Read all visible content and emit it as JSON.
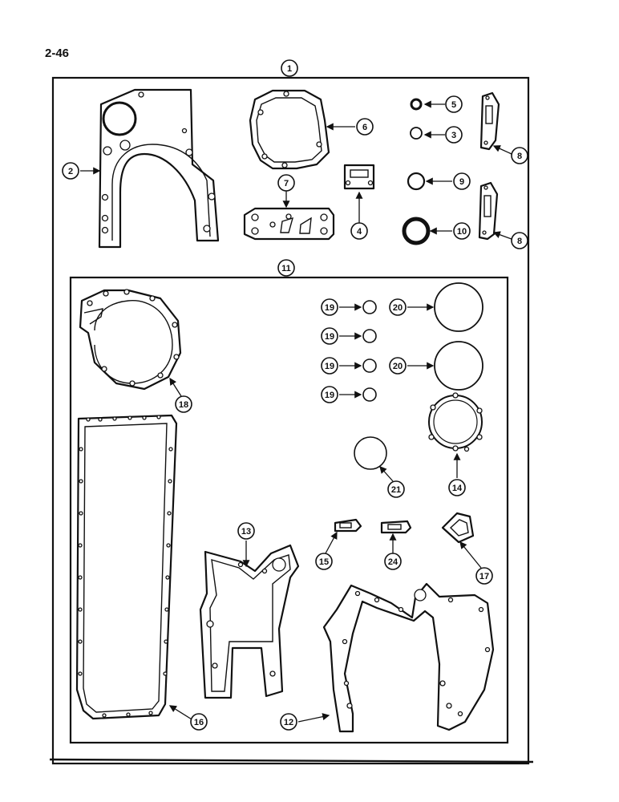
{
  "page_number": "2-46",
  "callouts": {
    "c1": "1",
    "c2": "2",
    "c3": "3",
    "c4": "4",
    "c5": "5",
    "c6": "6",
    "c7": "7",
    "c8a": "8",
    "c8b": "8",
    "c9": "9",
    "c10": "10",
    "c11": "11",
    "c12": "12",
    "c13": "13",
    "c14": "14",
    "c15": "15",
    "c16": "16",
    "c17": "17",
    "c18": "18",
    "c19a": "19",
    "c19b": "19",
    "c19c": "19",
    "c19d": "19",
    "c20a": "20",
    "c20b": "20",
    "c21": "21",
    "c24": "24"
  }
}
